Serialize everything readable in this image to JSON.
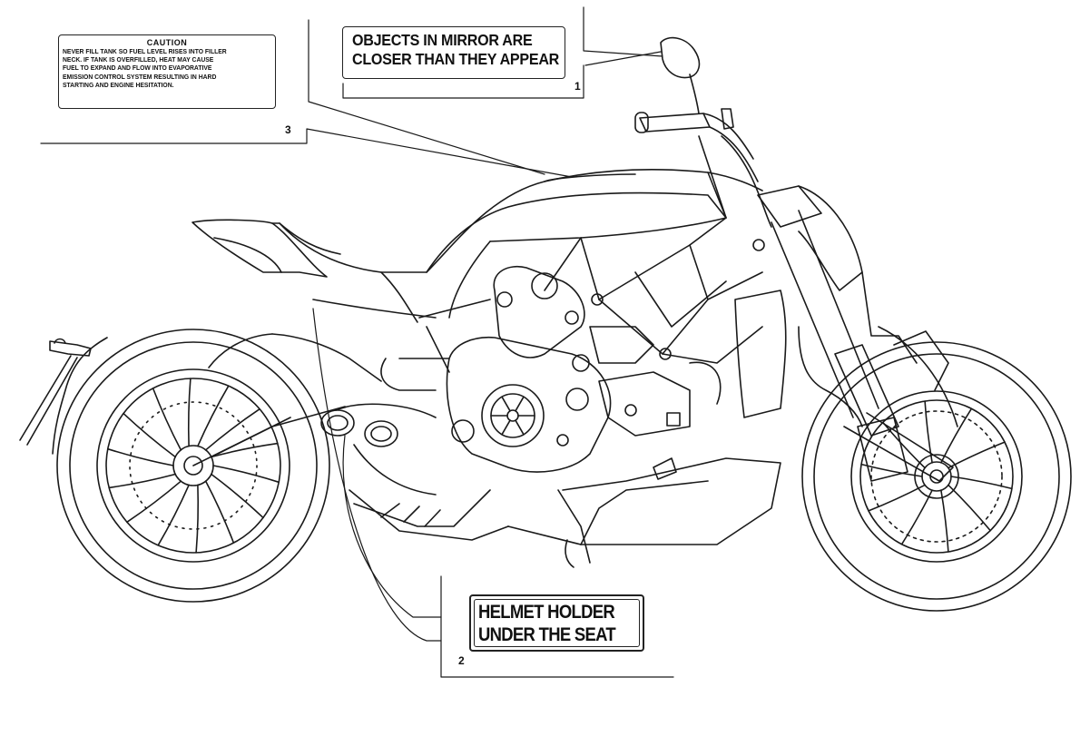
{
  "labels": {
    "caution": {
      "title": "CAUTION",
      "lines": [
        "NEVER FILL TANK SO FUEL LEVEL RISES INTO FILLER",
        "NECK. IF TANK IS OVERFILLED, HEAT MAY CAUSE",
        "FUEL TO EXPAND AND FLOW INTO EVAPORATIVE",
        "EMISSION CONTROL SYSTEM RESULTING IN HARD",
        "STARTING AND ENGINE HESITATION."
      ]
    },
    "mirror": {
      "lines": [
        "OBJECTS IN MIRROR ARE",
        "CLOSER THAN THEY APPEAR"
      ]
    },
    "helmet": {
      "lines": [
        "HELMET HOLDER",
        "UNDER THE SEAT"
      ]
    }
  },
  "callouts": [
    "1",
    "2",
    "3"
  ]
}
